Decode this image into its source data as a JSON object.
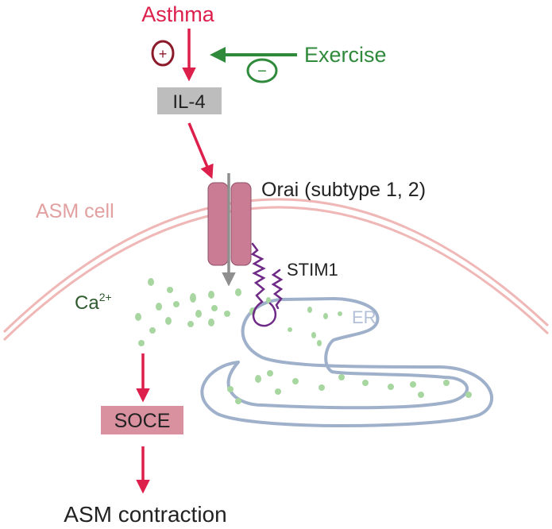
{
  "labels": {
    "asthma": "Asthma",
    "exercise": "Exercise",
    "il4": "IL-4",
    "orai": "Orai (subtype 1, 2)",
    "asm_cell": "ASM cell",
    "stim1": "STIM1",
    "ca": "Ca",
    "ca_charge": "2+",
    "er": "ER",
    "soce": "SOCE",
    "asm_contraction": "ASM contraction",
    "plus_sign": "+",
    "minus_sign": "−"
  },
  "colors": {
    "red": "#dd1f4b",
    "green": "#2f8a3b",
    "dark_red": "#8c1a2a",
    "il4_box": "#bdbdbd",
    "soce_box": "#d9909f",
    "membrane": "#f0b7b7",
    "channel": "#c97c93",
    "er_stroke": "#9fb0cb",
    "calcium": "#a8d6a0",
    "stim": "#6e2a86",
    "text": "#222222",
    "asm_label": "#e2a0a0",
    "ca_label": "#2e5a2e"
  }
}
